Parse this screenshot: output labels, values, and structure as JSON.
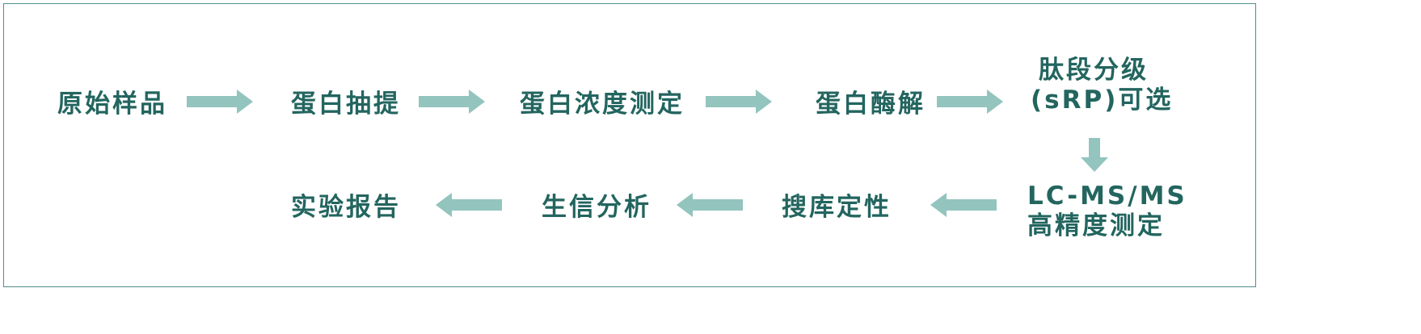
{
  "flow": {
    "row1": [
      {
        "label": "原始样品"
      },
      {
        "label": "蛋白抽提"
      },
      {
        "label": "蛋白浓度测定"
      },
      {
        "label": "蛋白酶解"
      },
      {
        "line1": "肽段分级",
        "line2": "(sRP)可选"
      }
    ],
    "row2": [
      {
        "line1": "LC-MS/MS",
        "line2": "高精度测定"
      },
      {
        "label": "搜库定性"
      },
      {
        "label": "生信分析"
      },
      {
        "label": "实验报告"
      }
    ]
  },
  "colors": {
    "text": "#23655f",
    "arrow": "#93c4be",
    "border": "#4f8f8a"
  },
  "icons": {
    "right": "arrow-right-icon",
    "left": "arrow-left-icon",
    "down": "arrow-down-icon"
  }
}
